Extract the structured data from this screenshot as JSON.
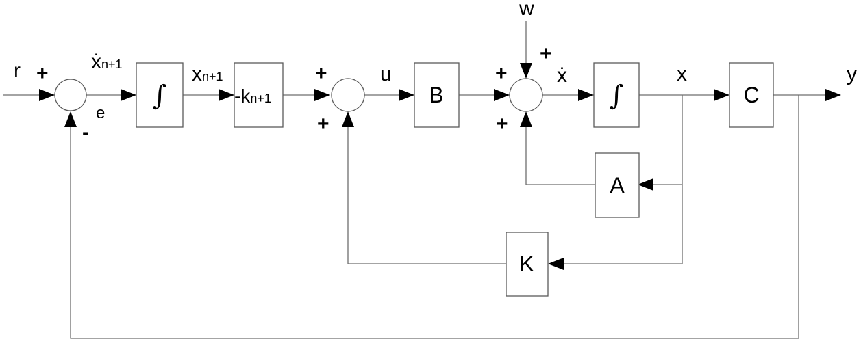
{
  "signals": {
    "r": "r",
    "w": "w",
    "y": "y",
    "u": "u",
    "x": "x",
    "x_dot": "ẋ",
    "e": "e",
    "xn1_dot_base": "ẋ",
    "xn1_dot_sub": "n+1",
    "xn1_base": "x",
    "xn1_sub": "n+1"
  },
  "blocks": {
    "integrator1": "∫",
    "gain_kn1_base": "-k",
    "gain_kn1_sub": "n+1",
    "B": "B",
    "integrator2": "∫",
    "C": "C",
    "A": "A",
    "K": "K"
  },
  "signs": {
    "sum1_r": "+",
    "sum1_fb": "-",
    "sum2_in": "+",
    "sum2_fb": "+",
    "sum3_B": "+",
    "sum3_w": "+",
    "sum3_A": "+"
  }
}
